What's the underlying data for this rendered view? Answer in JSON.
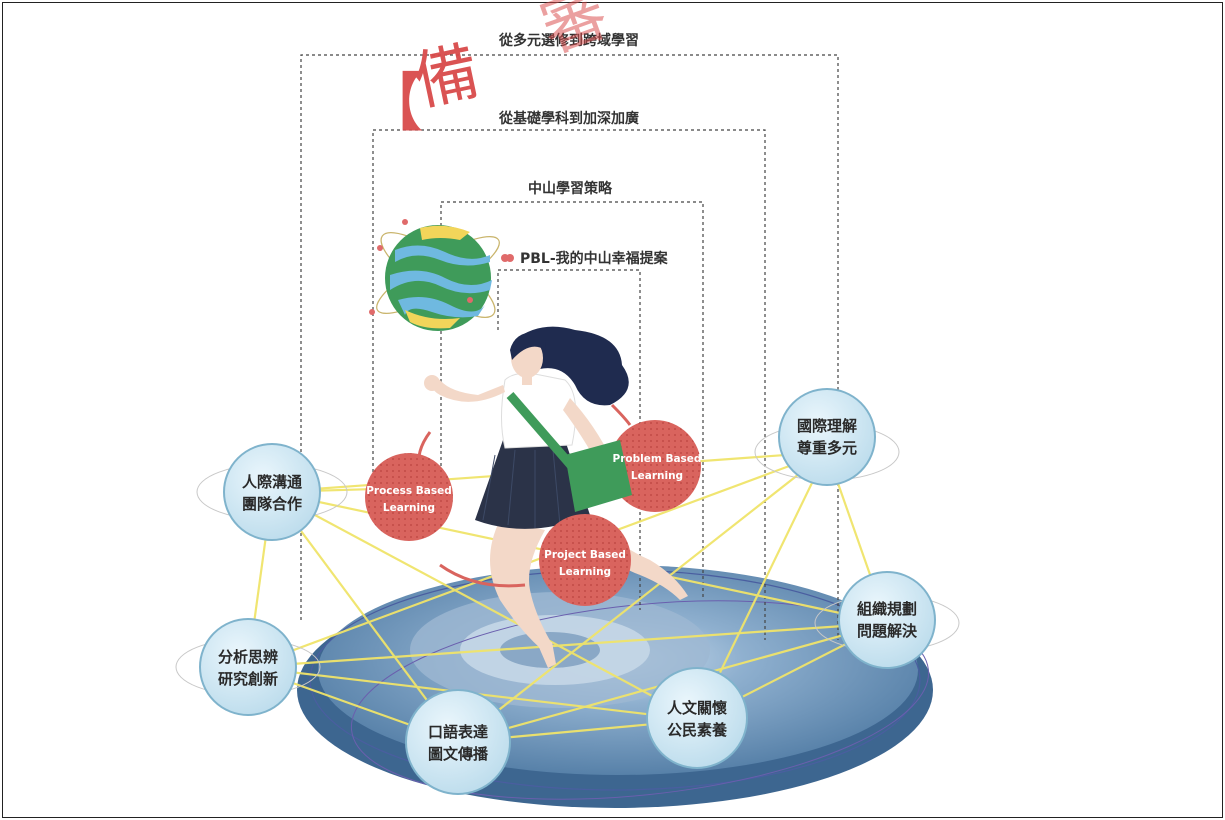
{
  "watermark": {
    "bracket": "【",
    "text1": "備",
    "text2": "審"
  },
  "levels": [
    {
      "title": "從多元選修到跨域學習"
    },
    {
      "title": "從基礎學科到加深加廣"
    },
    {
      "title": "中山學習策略"
    },
    {
      "title": "PBL-我的中山幸福提案"
    }
  ],
  "methods": [
    {
      "line1": "Process Based",
      "line2": "Learning"
    },
    {
      "line1": "Problem Based",
      "line2": "Learning"
    },
    {
      "line1": "Project Based",
      "line2": "Learning"
    }
  ],
  "competencies": [
    {
      "line1": "人際溝通",
      "line2": "團隊合作"
    },
    {
      "line1": "國際理解",
      "line2": "尊重多元"
    },
    {
      "line1": "組織規劃",
      "line2": "問題解決"
    },
    {
      "line1": "分析思辨",
      "line2": "研究創新"
    },
    {
      "line1": "口語表達",
      "line2": "圖文傳播"
    },
    {
      "line1": "人文關懷",
      "line2": "公民素養"
    }
  ],
  "colors": {
    "ring": "#bfe0ef",
    "ring_stroke": "#7fb3cc",
    "method_red": "#d9645e",
    "platform": "#5b86ad",
    "connector": "#f2e86b",
    "skirt": "#2b3348",
    "bag": "#3f9b5a",
    "hair": "#1f2b4f"
  }
}
